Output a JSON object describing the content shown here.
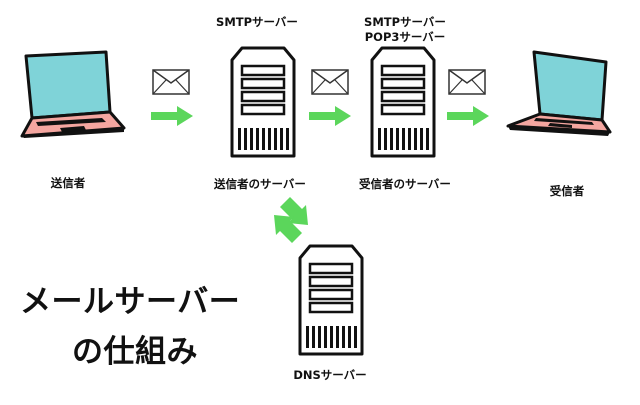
{
  "labels": {
    "sender": "送信者",
    "sender_server": "送信者のサーバー",
    "receiver_server": "受信者のサーバー",
    "receiver": "受信者",
    "smtp_server": "SMTPサーバー",
    "smtp_pop3_server_line1": "SMTPサーバー",
    "smtp_pop3_server_line2": "POP3サーバー",
    "dns_server": "DNSサーバー"
  },
  "title": {
    "line1": "メールサーバー",
    "line2": "の仕組み"
  },
  "colors": {
    "arrow": "#5bd65b",
    "laptop_screen": "#7fd3d8",
    "laptop_body": "#f4a6a0",
    "outline": "#111111"
  }
}
